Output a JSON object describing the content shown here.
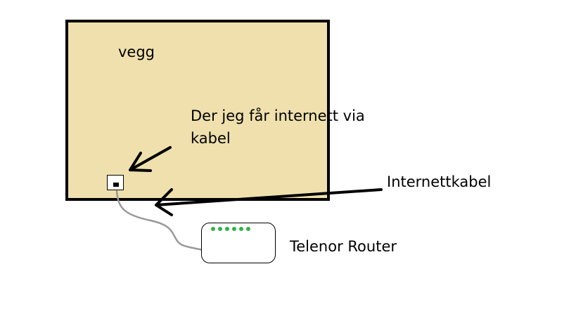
{
  "labels": {
    "wall": "vegg",
    "socket": "Der jeg får internett via kabel",
    "cable": "Internettkabel",
    "router": "Telenor Router"
  },
  "colors": {
    "wall_fill": "#efe0ad",
    "outline": "#000000",
    "cable": "#999999",
    "led": "#33b34a"
  },
  "router": {
    "led_count": 6
  }
}
